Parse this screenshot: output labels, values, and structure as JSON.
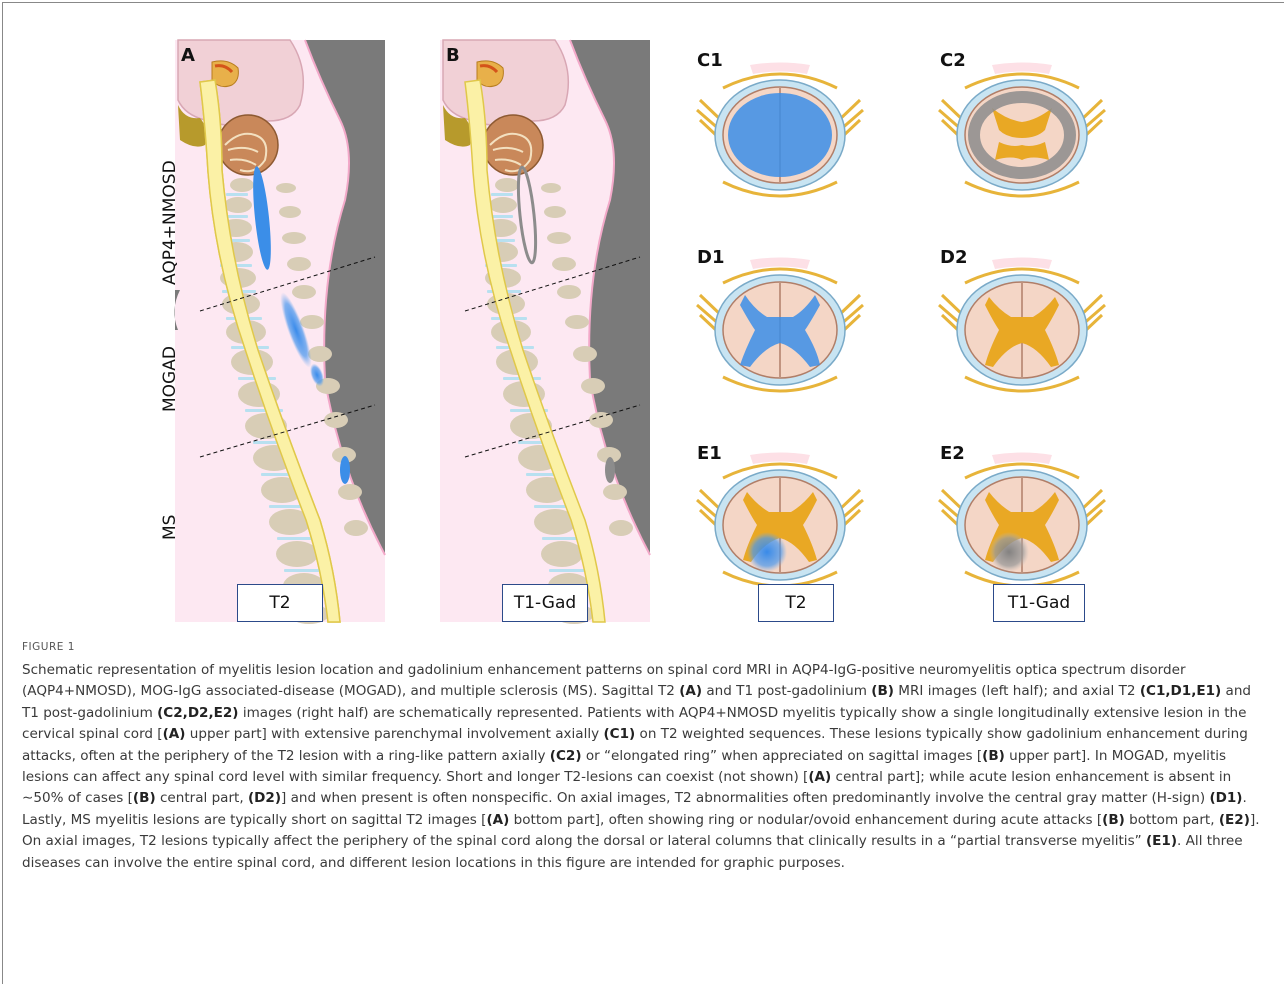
{
  "figure": {
    "panels": {
      "A": "A",
      "B": "B",
      "C1": "C1",
      "C2": "C2",
      "D1": "D1",
      "D2": "D2",
      "E1": "E1",
      "E2": "E2"
    },
    "row_labels": [
      "AQP4+NMOSD",
      "MOGAD",
      "MS"
    ],
    "sequence_labels": {
      "sagittal_left": "T2",
      "sagittal_right": "T1-Gad",
      "axial_left": "T2",
      "axial_right": "T1-Gad"
    },
    "colors": {
      "skin": "#fde8f2",
      "skin_edge": "#f3a9c9",
      "gray_bg": "#7a7a7a",
      "cord": "#fbf1a6",
      "cord_edge": "#e0c84a",
      "vertebra": "#d8cdb6",
      "disc": "#b8e0f0",
      "lesion_blue": "#3b8ee8",
      "enhance_gray": "#8c8c8c",
      "gray_matter": "#e9a824",
      "white_matter": "#f4d6c6",
      "meninges": "#c8e4f2"
    }
  },
  "caption": {
    "label": "FIGURE 1",
    "segments": [
      {
        "t": "Schematic representation of myelitis lesion location and gadolinium enhancement patterns on spinal cord MRI in AQP4-IgG-positive neuromyelitis optica spectrum disorder (AQP4+NMOSD), MOG-IgG associated-disease (MOGAD), and multiple sclerosis (MS). Sagittal T2 ",
        "b": false
      },
      {
        "t": "(A)",
        "b": true
      },
      {
        "t": " and T1 post-gadolinium ",
        "b": false
      },
      {
        "t": "(B)",
        "b": true
      },
      {
        "t": " MRI images (left half); and axial T2 ",
        "b": false
      },
      {
        "t": "(C1,D1,E1)",
        "b": true
      },
      {
        "t": " and T1 post-gadolinium ",
        "b": false
      },
      {
        "t": "(C2,D2,E2)",
        "b": true
      },
      {
        "t": " images (right half) are schematically represented. Patients with AQP4+NMOSD myelitis typically show a single longitudinally extensive lesion in the cervical spinal cord [",
        "b": false
      },
      {
        "t": "(A)",
        "b": true
      },
      {
        "t": " upper part] with extensive parenchymal involvement axially ",
        "b": false
      },
      {
        "t": "(C1)",
        "b": true
      },
      {
        "t": " on T2 weighted sequences. These lesions typically show gadolinium enhancement during attacks, often at the periphery of the T2 lesion with a ring-like pattern axially ",
        "b": false
      },
      {
        "t": "(C2)",
        "b": true
      },
      {
        "t": " or “elongated ring” when appreciated on sagittal images [",
        "b": false
      },
      {
        "t": "(B)",
        "b": true
      },
      {
        "t": " upper part]. In MOGAD, myelitis lesions can affect any spinal cord level with similar frequency. Short and longer T2-lesions can coexist (not shown) [",
        "b": false
      },
      {
        "t": "(A)",
        "b": true
      },
      {
        "t": " central part]; while acute lesion enhancement is absent in ∼50% of cases [",
        "b": false
      },
      {
        "t": "(B)",
        "b": true
      },
      {
        "t": " central part, ",
        "b": false
      },
      {
        "t": "(D2)",
        "b": true
      },
      {
        "t": "] and when present is often nonspecific. On axial images, T2 abnormalities often predominantly involve the central gray matter (H-sign) ",
        "b": false
      },
      {
        "t": "(D1)",
        "b": true
      },
      {
        "t": ". Lastly, MS myelitis lesions are typically short on sagittal T2 images [",
        "b": false
      },
      {
        "t": "(A)",
        "b": true
      },
      {
        "t": " bottom part], often showing ring or nodular/ovoid enhancement during acute attacks [",
        "b": false
      },
      {
        "t": "(B)",
        "b": true
      },
      {
        "t": " bottom part, ",
        "b": false
      },
      {
        "t": "(E2)",
        "b": true
      },
      {
        "t": "]. On axial images, T2 lesions typically affect the periphery of the spinal cord along the dorsal or lateral columns that clinically results in a “partial transverse myelitis” ",
        "b": false
      },
      {
        "t": "(E1)",
        "b": true
      },
      {
        "t": ". All three diseases can involve the entire spinal cord, and different lesion locations in this figure are intended for graphic purposes.",
        "b": false
      }
    ]
  }
}
